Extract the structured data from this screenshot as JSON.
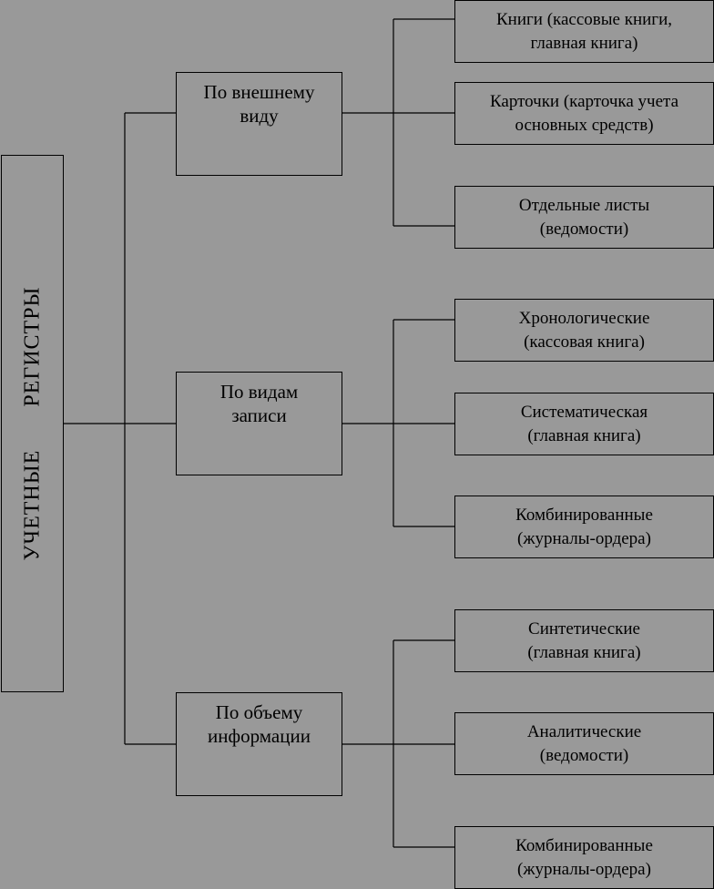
{
  "root": {
    "label": "УЧЕТНЫЕ РЕГИСТРЫ"
  },
  "categories": [
    {
      "label": "По внешнему\nвиду",
      "items": [
        "Книги (кассовые книги,\nглавная книга)",
        "Карточки (карточка учета\nосновных средств)",
        "Отдельные листы\n(ведомости)"
      ]
    },
    {
      "label": "По видам\nзаписи",
      "items": [
        "Хронологические\n(кассовая книга)",
        "Систематическая\n(главная книга)",
        "Комбинированные\n(журналы-ордера)"
      ]
    },
    {
      "label": "По объему\nинформации",
      "items": [
        "Синтетические\n(главная книга)",
        "Аналитические\n(ведомости)",
        "Комбинированные\n(журналы-ордера)"
      ]
    }
  ]
}
